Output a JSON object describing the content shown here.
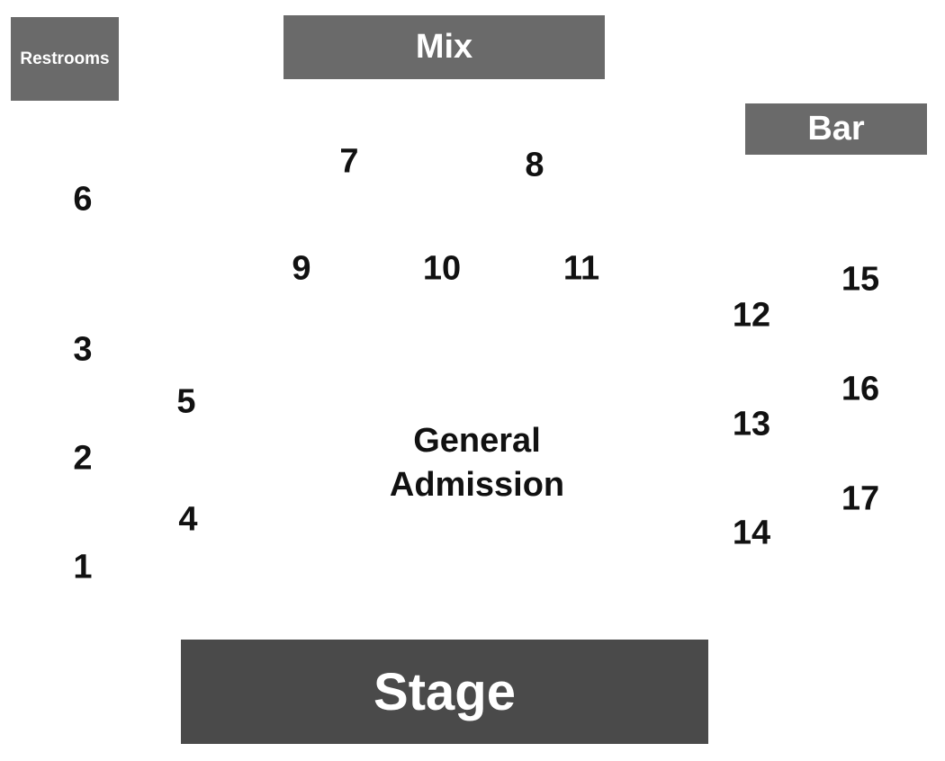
{
  "areas": {
    "restrooms": "Restrooms",
    "mix": "Mix",
    "bar": "Bar",
    "stage": "Stage",
    "general_admission_line1": "General",
    "general_admission_line2": "Admission"
  },
  "tables": [
    "1",
    "2",
    "3",
    "4",
    "5",
    "6",
    "7",
    "8",
    "9",
    "10",
    "11",
    "12",
    "13",
    "14",
    "15",
    "16",
    "17"
  ],
  "colors": {
    "area_block": "#6a6a6a",
    "stage_block": "#4a4a4a",
    "area_text": "#ffffff",
    "label_text": "#111111",
    "background": "#ffffff"
  }
}
